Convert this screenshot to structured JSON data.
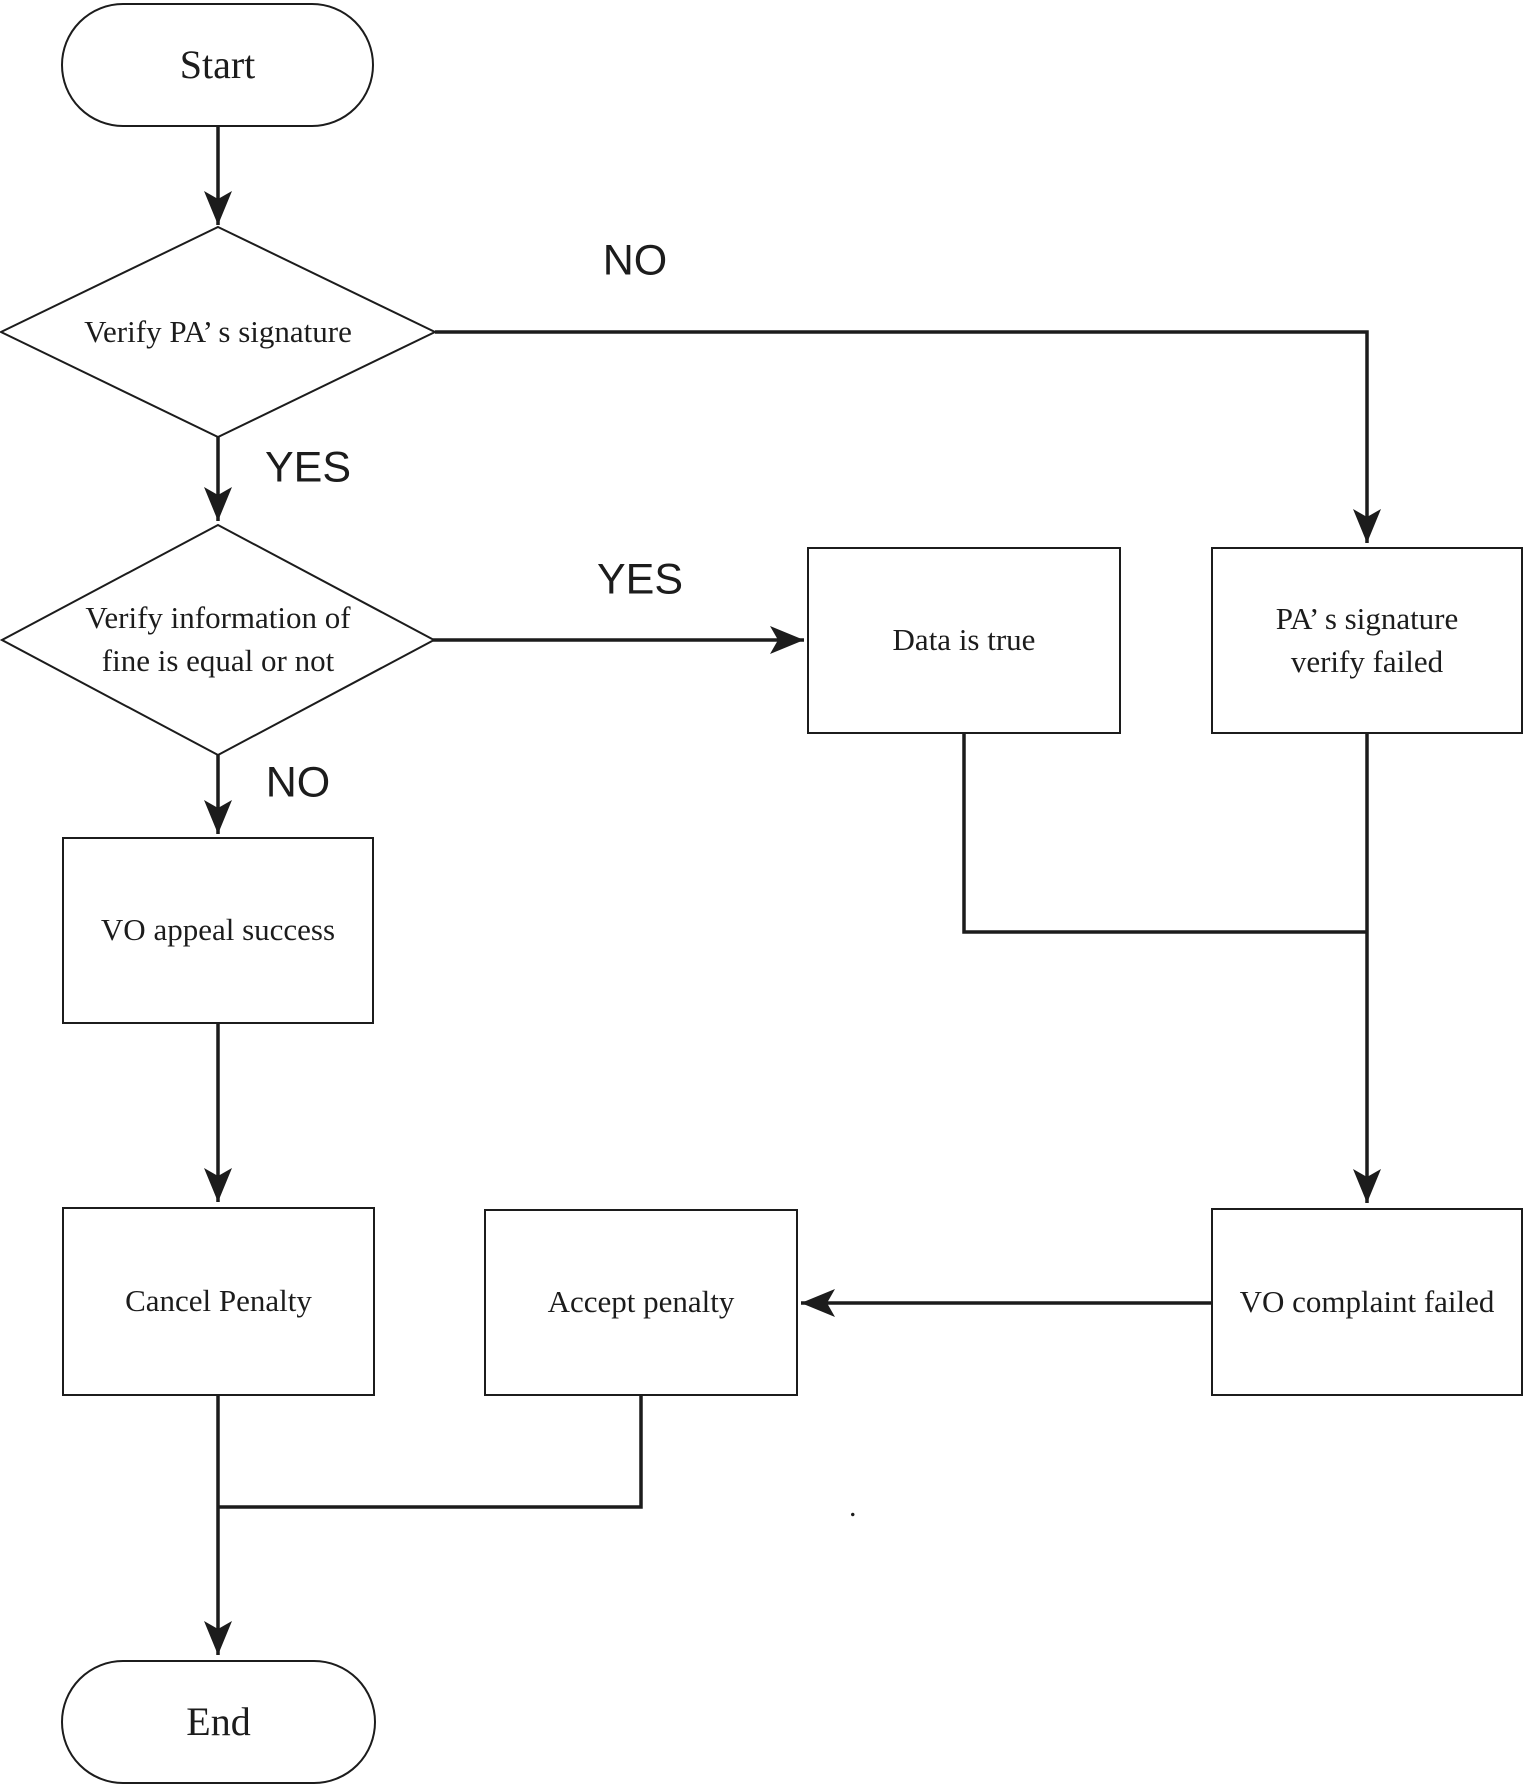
{
  "nodes": {
    "start": {
      "label": "Start"
    },
    "verify_pa_signature": {
      "label": "Verify PA’ s signature"
    },
    "verify_fine_info": {
      "label_line1": "Verify information of",
      "label_line2": "fine is equal or not"
    },
    "data_is_true": {
      "label": "Data is true"
    },
    "pa_signature_verify_failed": {
      "label_line1": "PA’ s signature",
      "label_line2": "verify failed"
    },
    "vo_appeal_success": {
      "label": "VO appeal success"
    },
    "cancel_penalty": {
      "label": "Cancel Penalty"
    },
    "accept_penalty": {
      "label": "Accept penalty"
    },
    "vo_complaint_failed": {
      "label": "VO complaint failed"
    },
    "end": {
      "label": "End"
    }
  },
  "edge_labels": {
    "signature_no": "NO",
    "signature_yes": "YES",
    "fine_yes": "YES",
    "fine_no": "NO"
  },
  "colors": {
    "line": "#1c1c1c",
    "background": "#ffffff"
  },
  "stray_mark": "."
}
